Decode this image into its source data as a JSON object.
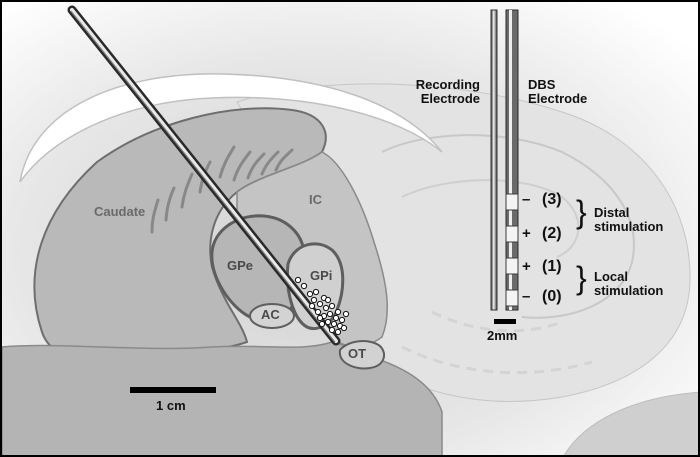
{
  "regions": {
    "caudate": "Caudate",
    "ic": "IC",
    "gpe": "GPe",
    "gpi": "GPi",
    "ac": "AC",
    "ot": "OT"
  },
  "electrodes": {
    "recording": [
      "Recording",
      "Electrode"
    ],
    "dbs": [
      "DBS",
      "Electrode"
    ]
  },
  "contacts": [
    {
      "sign": "–",
      "label": "(3)"
    },
    {
      "sign": "+",
      "label": "(2)"
    },
    {
      "sign": "+",
      "label": "(1)"
    },
    {
      "sign": "–",
      "label": "(0)"
    }
  ],
  "stimulation": {
    "distal": [
      "Distal",
      "stimulation"
    ],
    "local": [
      "Local",
      "stimulation"
    ]
  },
  "scale_bars": {
    "brain": "1 cm",
    "electrode": "2mm"
  },
  "colors": {
    "tissue": "#b9b9b9",
    "tissue_dark": "#a3a3a3",
    "outline": "#6e6e6e",
    "electrode": "#555555"
  }
}
